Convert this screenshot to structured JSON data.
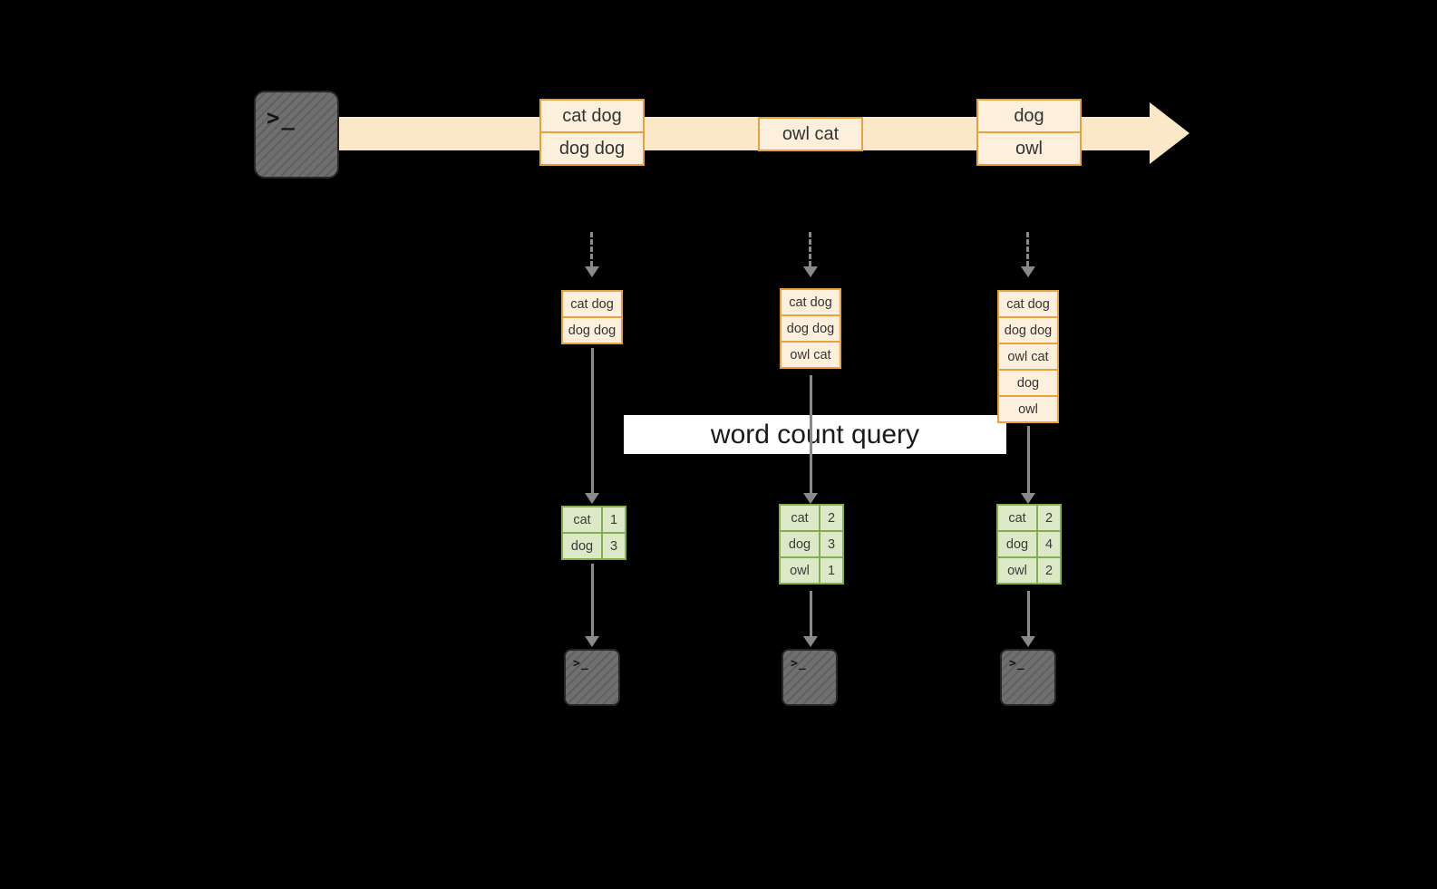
{
  "colors": {
    "background": "#000000",
    "stream_fill": "#FAE8C8",
    "event_border": "#E8A23D",
    "event_fill": "#FCF0DC",
    "table_border": "#85AE4F",
    "table_fill": "#DBE9C7",
    "arrow_gray": "#8A8A8A",
    "terminal_fill": "#6F6F6F",
    "banner_bg": "#FFFFFF"
  },
  "terminal_prompt": ">_",
  "stream_events": [
    {
      "rows": [
        "cat dog",
        "dog dog"
      ]
    },
    {
      "rows": [
        "owl cat"
      ]
    },
    {
      "rows": [
        "dog",
        "owl"
      ]
    }
  ],
  "query_banner": {
    "label": "word count query"
  },
  "columns": [
    {
      "buffer": [
        "cat dog",
        "dog dog"
      ],
      "counts": [
        [
          "cat",
          "1"
        ],
        [
          "dog",
          "3"
        ]
      ]
    },
    {
      "buffer": [
        "cat dog",
        "dog dog",
        "owl cat"
      ],
      "counts": [
        [
          "cat",
          "2"
        ],
        [
          "dog",
          "3"
        ],
        [
          "owl",
          "1"
        ]
      ]
    },
    {
      "buffer": [
        "cat dog",
        "dog dog",
        "owl cat",
        "dog",
        "owl"
      ],
      "counts": [
        [
          "cat",
          "2"
        ],
        [
          "dog",
          "4"
        ],
        [
          "owl",
          "2"
        ]
      ]
    }
  ]
}
